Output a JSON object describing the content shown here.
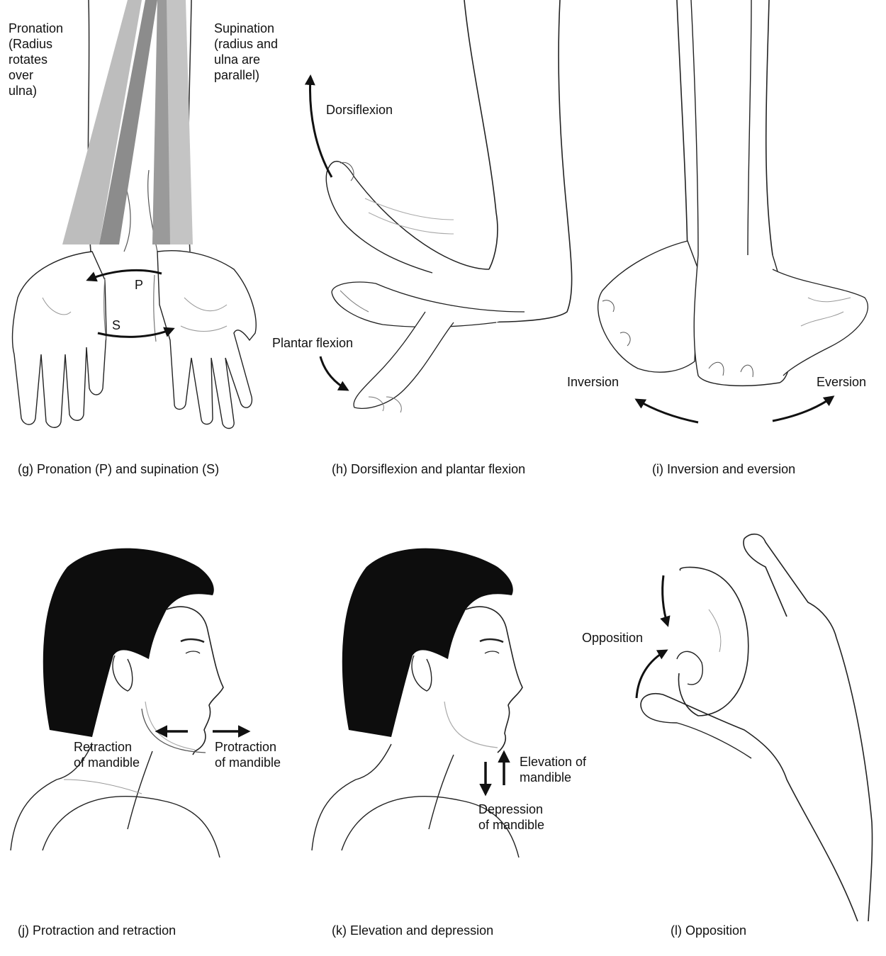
{
  "figure": {
    "panels": [
      {
        "id": "g",
        "caption": "(g) Pronation (P) and supination (S)",
        "labels": {
          "pronation": "Pronation\n(Radius\nrotates\nover\nulna)",
          "supination": "Supination\n(radius and\nulna are\nparallel)",
          "p": "P",
          "s": "S"
        }
      },
      {
        "id": "h",
        "caption": "(h) Dorsiflexion and plantar flexion",
        "labels": {
          "dorsiflexion": "Dorsiflexion",
          "plantar_flexion": "Plantar flexion"
        }
      },
      {
        "id": "i",
        "caption": "(i) Inversion and eversion",
        "labels": {
          "inversion": "Inversion",
          "eversion": "Eversion"
        }
      },
      {
        "id": "j",
        "caption": "(j) Protraction and retraction",
        "labels": {
          "retraction": "Retraction\nof mandible",
          "protraction": "Protraction\nof mandible"
        }
      },
      {
        "id": "k",
        "caption": "(k) Elevation and depression",
        "labels": {
          "elevation": "Elevation of\nmandible",
          "depression": "Depression\nof mandible"
        }
      },
      {
        "id": "l",
        "caption": "(l) Opposition",
        "labels": {
          "opposition": "Opposition"
        }
      }
    ],
    "colors": {
      "line": "#1a1a1a",
      "bone_dark": "#8c8c8c",
      "bone_light": "#bdbdbd",
      "hair": "#0d0d0d",
      "arrow": "#111111"
    }
  }
}
